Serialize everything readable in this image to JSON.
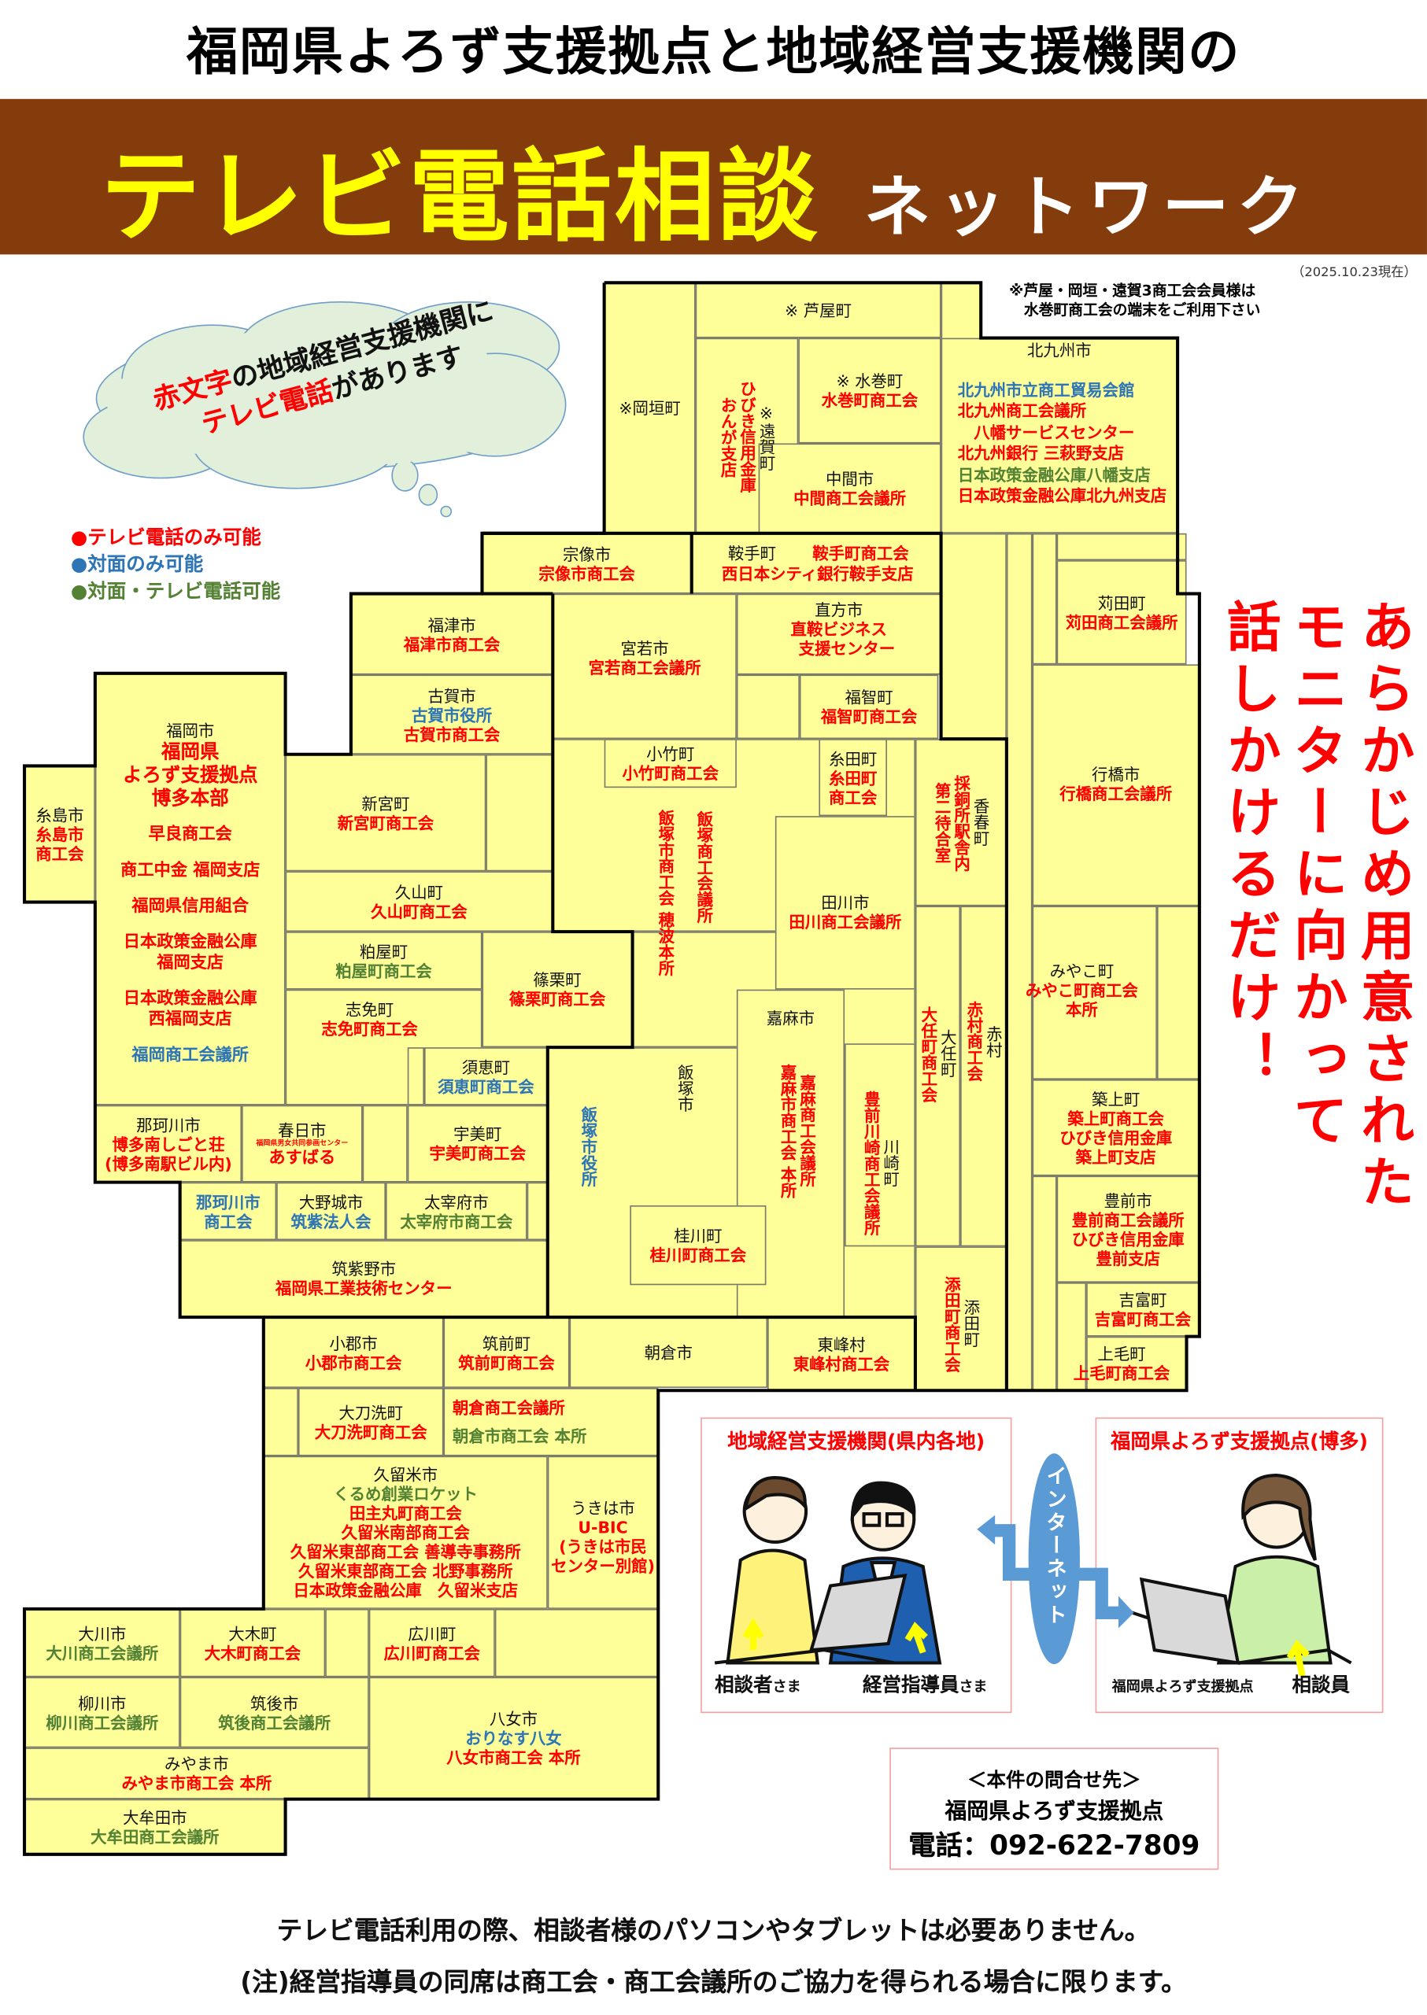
{
  "header": {
    "top_title": "福岡県よろず支援拠点と地域経営支援機関の",
    "main_title": "テレビ電話相談",
    "main_suffix": "ネットワーク",
    "as_of": "（2025.10.23現在）"
  },
  "notice": [
    "※芦屋・岡垣・遠賀3商工会会員様は",
    "　水巻町商工会の端末をご利用下さい"
  ],
  "cloud": {
    "red1": "赤文字",
    "black1": "の地域経営支援機関に",
    "red2": "テレビ電話",
    "black2": "があります"
  },
  "colors": {
    "tv": "#FF0000",
    "face": "#2E75B6",
    "both": "#548235",
    "brand": "#843C0C"
  },
  "legend": [
    {
      "type": "tv",
      "label": "●テレビ電話のみ可能"
    },
    {
      "type": "face",
      "label": "●対面のみ可能"
    },
    {
      "type": "both",
      "label": "●対面・テレビ電話可能"
    }
  ],
  "side_message": [
    "あらかじめ用意された",
    "モニターに向かって",
    "話しかけるだけ！"
  ],
  "map": {
    "cells": [
      {
        "name": "※岡垣町",
        "orgs": []
      },
      {
        "name": "※ 芦屋町",
        "orgs": []
      },
      {
        "name": "※遠賀町",
        "orgs": [
          {
            "text": "ひびき信用金庫",
            "type": "tv"
          },
          {
            "text": "おんが支店",
            "type": "tv"
          }
        ]
      },
      {
        "name": "※ 水巻町",
        "orgs": [
          {
            "text": "水巻町商工会",
            "type": "tv"
          }
        ]
      },
      {
        "name": "中間市",
        "orgs": [
          {
            "text": "中間商工会議所",
            "type": "tv"
          }
        ]
      },
      {
        "name": "北九州市",
        "orgs": [
          {
            "text": "北九州市立商工貿易会館",
            "type": "face"
          },
          {
            "text": "北九州商工会議所",
            "type": "tv"
          },
          {
            "text": "　八幡サービスセンター",
            "type": "tv"
          },
          {
            "text": "北九州銀行 三萩野支店",
            "type": "tv"
          },
          {
            "text": "日本政策金融公庫八幡支店",
            "type": "both"
          },
          {
            "text": "日本政策金融公庫北九州支店",
            "type": "tv"
          }
        ]
      },
      {
        "name": "宗像市",
        "orgs": [
          {
            "text": "宗像市商工会",
            "type": "tv"
          }
        ]
      },
      {
        "name": "鞍手町",
        "orgs": [
          {
            "text": "鞍手町商工会",
            "type": "tv"
          },
          {
            "text": "西日本シティ銀行鞍手支店",
            "type": "tv"
          }
        ]
      },
      {
        "name": "直方市",
        "orgs": [
          {
            "text": "直鞍ビジネス",
            "type": "tv"
          },
          {
            "text": "　支援センター",
            "type": "tv"
          }
        ]
      },
      {
        "name": "宮若市",
        "orgs": [
          {
            "text": "宮若商工会議所",
            "type": "tv"
          }
        ]
      },
      {
        "name": "福智町",
        "orgs": [
          {
            "text": "福智町商工会",
            "type": "tv"
          }
        ]
      },
      {
        "name": "小竹町",
        "orgs": [
          {
            "text": "小竹町商工会",
            "type": "tv"
          }
        ]
      },
      {
        "name": "糸田町",
        "orgs": [
          {
            "text": "糸田町",
            "type": "tv"
          },
          {
            "text": "商工会",
            "type": "tv"
          }
        ]
      },
      {
        "name": "香春町",
        "orgs": [
          {
            "text": "採銅所駅舎内",
            "type": "tv"
          },
          {
            "text": "第二待合室",
            "type": "tv"
          }
        ]
      },
      {
        "name": "田川市",
        "orgs": [
          {
            "text": "田川商工会議所",
            "type": "tv"
          }
        ]
      },
      {
        "name": "飯塚市",
        "orgs": [
          {
            "text": "飯塚商工会議所",
            "type": "tv"
          },
          {
            "text": "飯塚市商工会 穂波本所",
            "type": "tv"
          },
          {
            "text": "飯塚市役所",
            "type": "face"
          }
        ]
      },
      {
        "name": "嘉麻市",
        "orgs": [
          {
            "text": "嘉麻商工会議所",
            "type": "tv"
          },
          {
            "text": "嘉麻市商工会 本所",
            "type": "tv"
          }
        ]
      },
      {
        "name": "川崎町",
        "orgs": [
          {
            "text": "豊前川崎商工会議所",
            "type": "tv"
          }
        ]
      },
      {
        "name": "大任町",
        "orgs": [
          {
            "text": "大任町商工会",
            "type": "tv"
          }
        ]
      },
      {
        "name": "赤村",
        "orgs": [
          {
            "text": "赤村商工会",
            "type": "tv"
          }
        ]
      },
      {
        "name": "添田町",
        "orgs": [
          {
            "text": "添田町商工会",
            "type": "tv"
          }
        ]
      },
      {
        "name": "桂川町",
        "orgs": [
          {
            "text": "桂川町商工会",
            "type": "tv"
          }
        ]
      },
      {
        "name": "苅田町",
        "orgs": [
          {
            "text": "苅田商工会議所",
            "type": "tv"
          }
        ]
      },
      {
        "name": "行橋市",
        "orgs": [
          {
            "text": "行橋商工会議所",
            "type": "tv"
          }
        ]
      },
      {
        "name": "みやこ町",
        "orgs": [
          {
            "text": "みやこ町商工会",
            "type": "tv"
          },
          {
            "text": "本所",
            "type": "tv"
          }
        ]
      },
      {
        "name": "築上町",
        "orgs": [
          {
            "text": "築上町商工会",
            "type": "tv"
          },
          {
            "text": "ひびき信用金庫",
            "type": "tv"
          },
          {
            "text": "築上町支店",
            "type": "tv"
          }
        ]
      },
      {
        "name": "豊前市",
        "orgs": [
          {
            "text": "豊前商工会議所",
            "type": "tv"
          },
          {
            "text": "ひびき信用金庫",
            "type": "tv"
          },
          {
            "text": "豊前支店",
            "type": "tv"
          }
        ]
      },
      {
        "name": "吉富町",
        "orgs": [
          {
            "text": "吉富町商工会",
            "type": "tv"
          }
        ]
      },
      {
        "name": "上毛町",
        "orgs": [
          {
            "text": "上毛町商工会",
            "type": "tv"
          }
        ]
      },
      {
        "name": "福津市",
        "orgs": [
          {
            "text": "福津市商工会",
            "type": "tv"
          }
        ]
      },
      {
        "name": "古賀市",
        "orgs": [
          {
            "text": "古賀市役所",
            "type": "face"
          },
          {
            "text": "古賀市商工会",
            "type": "tv"
          }
        ]
      },
      {
        "name": "新宮町",
        "orgs": [
          {
            "text": "新宮町商工会",
            "type": "tv"
          }
        ]
      },
      {
        "name": "久山町",
        "orgs": [
          {
            "text": "久山町商工会",
            "type": "tv"
          }
        ]
      },
      {
        "name": "粕屋町",
        "orgs": [
          {
            "text": "粕屋町商工会",
            "type": "both"
          }
        ]
      },
      {
        "name": "篠栗町",
        "orgs": [
          {
            "text": "篠栗町商工会",
            "type": "tv"
          }
        ]
      },
      {
        "name": "志免町",
        "orgs": [
          {
            "text": "志免町商工会",
            "type": "tv"
          }
        ]
      },
      {
        "name": "須恵町",
        "orgs": [
          {
            "text": "須恵町商工会",
            "type": "face"
          }
        ]
      },
      {
        "name": "福岡市",
        "orgs": [
          {
            "text": "福岡県",
            "type": "tv"
          },
          {
            "text": "よろず支援拠点",
            "type": "tv"
          },
          {
            "text": "博多本部",
            "type": "tv"
          },
          {
            "text": "早良商工会",
            "type": "tv"
          },
          {
            "text": "商工中金 福岡支店",
            "type": "tv"
          },
          {
            "text": "福岡県信用組合",
            "type": "tv"
          },
          {
            "text": "日本政策金融公庫",
            "type": "tv"
          },
          {
            "text": "福岡支店",
            "type": "tv"
          },
          {
            "text": "日本政策金融公庫",
            "type": "tv"
          },
          {
            "text": "西福岡支店",
            "type": "tv"
          },
          {
            "text": "福岡商工会議所",
            "type": "face"
          }
        ]
      },
      {
        "name": "糸島市",
        "orgs": [
          {
            "text": "糸島市",
            "type": "tv"
          },
          {
            "text": "商工会",
            "type": "tv"
          }
        ]
      },
      {
        "name": "那珂川市",
        "orgs": [
          {
            "text": "博多南しごと荘",
            "type": "tv"
          },
          {
            "text": "(博多南駅ビル内)",
            "type": "tv"
          }
        ]
      },
      {
        "name": "春日市",
        "orgs": [
          {
            "text": "福岡県男女共同参画センター",
            "type": "tv"
          },
          {
            "text": "あすばる",
            "type": "tv"
          }
        ]
      },
      {
        "name": "宇美町",
        "orgs": [
          {
            "text": "宇美町商工会",
            "type": "tv"
          }
        ]
      },
      {
        "name": "",
        "orgs": [
          {
            "text": "那珂川市",
            "type": "face"
          },
          {
            "text": "商工会",
            "type": "face"
          }
        ]
      },
      {
        "name": "大野城市",
        "orgs": [
          {
            "text": "筑紫法人会",
            "type": "face"
          }
        ]
      },
      {
        "name": "太宰府市",
        "orgs": [
          {
            "text": "太宰府市商工会",
            "type": "both"
          }
        ]
      },
      {
        "name": "筑紫野市",
        "orgs": [
          {
            "text": "福岡県工業技術センター",
            "type": "tv"
          }
        ]
      },
      {
        "name": "小郡市",
        "orgs": [
          {
            "text": "小郡市商工会",
            "type": "tv"
          }
        ]
      },
      {
        "name": "筑前町",
        "orgs": [
          {
            "text": "筑前町商工会",
            "type": "tv"
          }
        ]
      },
      {
        "name": "朝倉市",
        "orgs": [
          {
            "text": "朝倉商工会議所",
            "type": "tv"
          },
          {
            "text": "朝倉市商工会 本所",
            "type": "both"
          }
        ]
      },
      {
        "name": "東峰村",
        "orgs": [
          {
            "text": "東峰村商工会",
            "type": "tv"
          }
        ]
      },
      {
        "name": "大刀洗町",
        "orgs": [
          {
            "text": "大刀洗町商工会",
            "type": "tv"
          }
        ]
      },
      {
        "name": "久留米市",
        "orgs": [
          {
            "text": "くるめ創業ロケット",
            "type": "both"
          },
          {
            "text": "田主丸町商工会",
            "type": "tv"
          },
          {
            "text": "久留米南部商工会",
            "type": "tv"
          },
          {
            "text": "久留米東部商工会 善導寺事務所",
            "type": "tv"
          },
          {
            "text": "久留米東部商工会 北野事務所",
            "type": "tv"
          },
          {
            "text": "日本政策金融公庫　久留米支店",
            "type": "tv"
          }
        ]
      },
      {
        "name": "うきは市",
        "orgs": [
          {
            "text": "U-BIC",
            "type": "tv"
          },
          {
            "text": "(うきは市民",
            "type": "tv"
          },
          {
            "text": "センター別館)",
            "type": "tv"
          }
        ]
      },
      {
        "name": "大川市",
        "orgs": [
          {
            "text": "大川商工会議所",
            "type": "both"
          }
        ]
      },
      {
        "name": "大木町",
        "orgs": [
          {
            "text": "大木町商工会",
            "type": "tv"
          }
        ]
      },
      {
        "name": "広川町",
        "orgs": [
          {
            "text": "広川町商工会",
            "type": "tv"
          }
        ]
      },
      {
        "name": "柳川市",
        "orgs": [
          {
            "text": "柳川商工会議所",
            "type": "both"
          }
        ]
      },
      {
        "name": "筑後市",
        "orgs": [
          {
            "text": "筑後商工会議所",
            "type": "both"
          }
        ]
      },
      {
        "name": "八女市",
        "orgs": [
          {
            "text": "おりなす八女",
            "type": "face"
          },
          {
            "text": "八女市商工会 本所",
            "type": "tv"
          }
        ]
      },
      {
        "name": "みやま市",
        "orgs": [
          {
            "text": "みやま市商工会 本所",
            "type": "tv"
          }
        ]
      },
      {
        "name": "大牟田市",
        "orgs": [
          {
            "text": "大牟田商工会議所",
            "type": "both"
          }
        ]
      }
    ]
  },
  "illustration": {
    "left_title": "地域経営支援機関(県内各地)",
    "right_title": "福岡県よろず支援拠点(博多)",
    "network_label": "インターネット",
    "consultee": "相談者",
    "advisor": "経営指導員",
    "honorific": "さま",
    "center_name": "福岡県よろず支援拠点",
    "consultant": "相談員"
  },
  "contact": {
    "heading": "＜本件の問合せ先＞",
    "org": "福岡県よろず支援拠点",
    "phone": "電話：092-622-7809"
  },
  "footer": [
    "テレビ電話利用の際、相談者様のパソコンやタブレットは必要ありません。",
    "(注)経営指導員の同席は商工会・商工会議所のご協力を得られる場合に限ります。"
  ]
}
